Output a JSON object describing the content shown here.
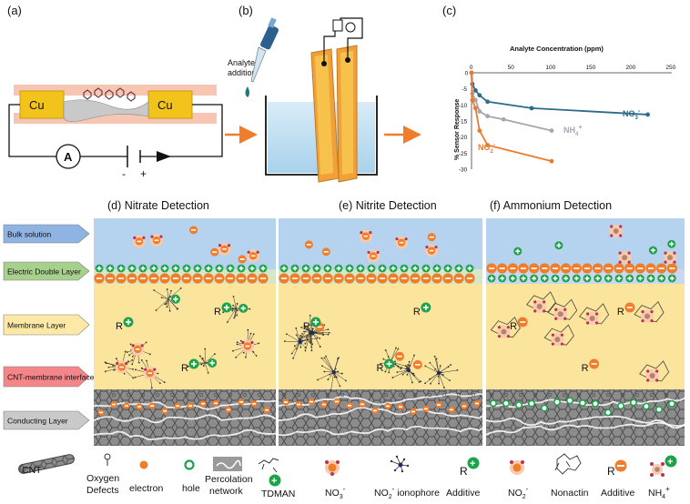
{
  "panels": {
    "a": "(a)",
    "b": "(b)",
    "c": "(c)",
    "d": "(d) Nitrate Detection",
    "e": "(e) Nitrite Detection",
    "f": "(f) Ammonium Detection"
  },
  "circuit": {
    "left_electrode": "Cu",
    "right_electrode": "Cu",
    "ammeter": "A",
    "minus": "-",
    "plus": "+"
  },
  "setup": {
    "analyte_line1": "Analyte",
    "analyte_line2": "addition"
  },
  "chart_data": {
    "type": "line",
    "xlabel": "Analyte Concentration (ppm)",
    "ylabel": "% Sensor Response",
    "xlim": [
      0,
      250
    ],
    "ylim": [
      -30,
      0
    ],
    "xticks": [
      "0",
      "50",
      "100",
      "150",
      "200",
      "250"
    ],
    "yticks": [
      "0",
      "-5",
      "-10",
      "-15",
      "-20",
      "-25",
      "-30"
    ],
    "series": [
      {
        "name": "NO3-",
        "label": "NO",
        "sub": "3",
        "sup": "-",
        "color": "#2e6b8a",
        "x": [
          0,
          1,
          5,
          10,
          20,
          75,
          220
        ],
        "y": [
          0,
          -3.5,
          -5.5,
          -7,
          -9,
          -11,
          -13
        ]
      },
      {
        "name": "NH4+",
        "label": "NH",
        "sub": "4",
        "sup": "+",
        "color": "#a6a6b0",
        "x": [
          0,
          1,
          5,
          10,
          20,
          40,
          100
        ],
        "y": [
          0,
          -6.5,
          -8.5,
          -12,
          -13.5,
          -14.5,
          -18
        ]
      },
      {
        "name": "NO2-",
        "label": "NO",
        "sub": "2",
        "sup": "-",
        "color": "#e87b2e",
        "x": [
          0,
          1,
          5,
          10,
          20,
          100
        ],
        "y": [
          0,
          -8.5,
          -11,
          -18,
          -22.5,
          -27.5
        ]
      }
    ]
  },
  "layers": [
    "Bulk solution",
    "Electric Double Layer",
    "Membrane Layer",
    "CNT-membrane interface",
    "Conducting Layer"
  ],
  "legend": {
    "cnt": "CNT",
    "oxygen_line1": "Oxygen",
    "oxygen_line2": "Defects",
    "electron": "electron",
    "hole": "hole",
    "perc_line1": "Percolation",
    "perc_line2": "network",
    "tdman": "TDMAN",
    "no3": "NO",
    "no3_sub": "3",
    "no3_sup": "-",
    "no2_ionophore": "NO",
    "no2_ionophore_sub": "2",
    "no2_ionophore_sup": "-",
    "no2_ionophore_suffix": " ionophore",
    "additive1": "Additive",
    "no2": "NO",
    "no2_sub": "2",
    "no2_sup": "-",
    "nonactin": "Nonactin",
    "additive2": "Additive",
    "nh4": "NH",
    "nh4_sub": "4",
    "nh4_sup": "+"
  },
  "colors": {
    "bulk": "#b5d2ee",
    "membrane": "#fbe49b",
    "conducting": "#9a9a9a",
    "anion": "#f07d2a",
    "cation": "#1ea34a",
    "copper": "#f2c31a",
    "label_bulk": "#8fb4e3",
    "label_edl": "#a8d08d",
    "label_membrane": "#fde9a6",
    "label_interface": "#f4868a",
    "label_conducting": "#c9c9c9"
  }
}
